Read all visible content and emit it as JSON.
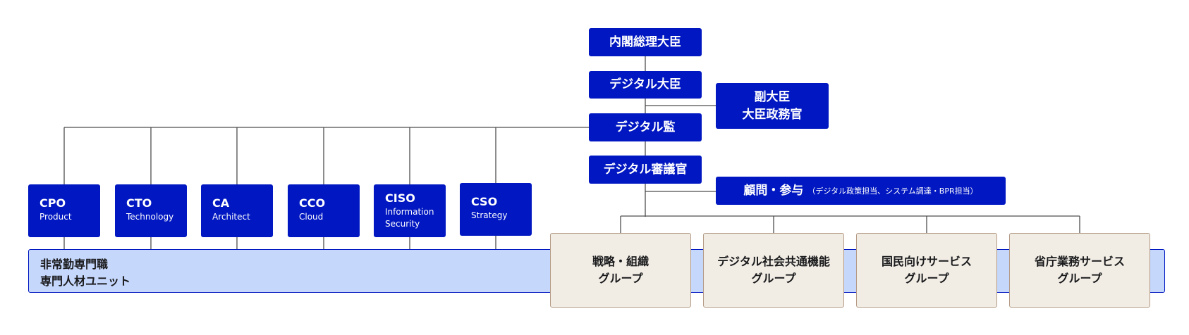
{
  "nodes": {
    "prime_minister": "内閣総理大臣",
    "digital_minister": "デジタル大臣",
    "vice_minister": [
      "副大臣",
      "大臣政務官"
    ],
    "digital_supervisor": "デジタル監",
    "digital_councillor": "デジタル審議官",
    "advisor": {
      "label": "顧問・参与",
      "note": "（デジタル政策担当、システム調達・BPR担当）"
    }
  },
  "officers": [
    {
      "abbr": "CPO",
      "name": "Product"
    },
    {
      "abbr": "CTO",
      "name": "Technology"
    },
    {
      "abbr": "CA",
      "name": "Architect"
    },
    {
      "abbr": "CCO",
      "name": "Cloud"
    },
    {
      "abbr": "CISO",
      "name_lines": [
        "Information",
        "Security"
      ]
    },
    {
      "abbr": "CSO",
      "name": "Strategy"
    }
  ],
  "specialist_unit": [
    "非常勤専門職",
    "専門人材ユニット"
  ],
  "groups": [
    [
      "戦略・組織",
      "グループ"
    ],
    [
      "デジタル社会共通機能",
      "グループ"
    ],
    [
      "国民向けサービス",
      "グループ"
    ],
    [
      "省庁業務サービス",
      "グループ"
    ]
  ],
  "colors": {
    "navy": "#0017c1",
    "unit_fill": "#c5d7fb",
    "group_fill": "#f1ede5",
    "group_border": "#b49a85",
    "connector": "#4d4d4d"
  }
}
